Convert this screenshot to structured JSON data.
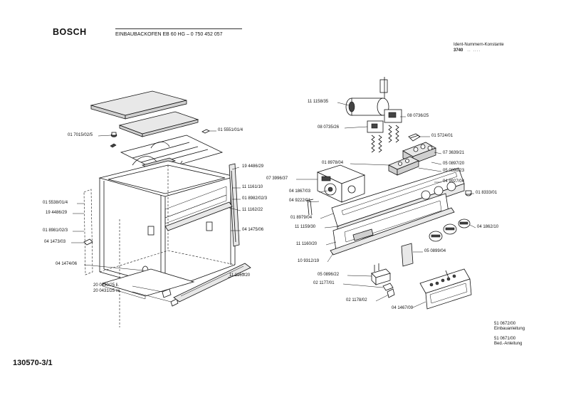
{
  "header": {
    "brand": "BOSCH",
    "model_line": "EINBAUBACKOFEN  EB 60 HG  –  0 750 452 057",
    "ident_label": "Ident-Nummern-Konstante",
    "ident_value": "3740"
  },
  "labels_left": [
    {
      "id": "l1",
      "text": "01 7015/02/5"
    },
    {
      "id": "l2",
      "text": "01 5551/01/4"
    },
    {
      "id": "l3",
      "text": "19 4486/29"
    },
    {
      "id": "l4",
      "text": "11 1161/10"
    },
    {
      "id": "l5",
      "text": "01 8982/02/3"
    },
    {
      "id": "l6",
      "text": "11 1162/22"
    },
    {
      "id": "l7",
      "text": "01 5538/01/4"
    },
    {
      "id": "l8",
      "text": "19 4486/29"
    },
    {
      "id": "l9",
      "text": "01 8981/02/3"
    },
    {
      "id": "l10",
      "text": "04 1473/03"
    },
    {
      "id": "l11",
      "text": "04 1475/06"
    },
    {
      "id": "l12",
      "text": "04 1474/06"
    },
    {
      "id": "l13",
      "text": "11 1163/20"
    },
    {
      "id": "l14",
      "text": "20 0430/25 li."
    },
    {
      "id": "l15",
      "text": "20 0431/25 re."
    }
  ],
  "labels_right": [
    {
      "id": "r1",
      "text": "11 1158/35"
    },
    {
      "id": "r2",
      "text": "08 0736/25"
    },
    {
      "id": "r3",
      "text": "08 0735/26"
    },
    {
      "id": "r4",
      "text": "01 5724/01"
    },
    {
      "id": "r5",
      "text": "07 3639/21"
    },
    {
      "id": "r6",
      "text": "01 8978/04"
    },
    {
      "id": "r7",
      "text": "05 0897/20"
    },
    {
      "id": "r8",
      "text": "05 0898/23"
    },
    {
      "id": "r9",
      "text": "07 3996/37"
    },
    {
      "id": "r10",
      "text": "04 9927/04"
    },
    {
      "id": "r11",
      "text": "04 1867/03"
    },
    {
      "id": "r12",
      "text": "01 8333/01"
    },
    {
      "id": "r13",
      "text": "04 9222/01"
    },
    {
      "id": "r14",
      "text": "01 8979/04"
    },
    {
      "id": "r15",
      "text": "11 1159/30"
    },
    {
      "id": "r16",
      "text": "04 1862/10"
    },
    {
      "id": "r17",
      "text": "11 1160/20"
    },
    {
      "id": "r18",
      "text": "10 9312/19"
    },
    {
      "id": "r19",
      "text": "05 0899/04"
    },
    {
      "id": "r20",
      "text": "05 0896/22"
    },
    {
      "id": "r21",
      "text": "02 1177/01"
    },
    {
      "id": "r22",
      "text": "02 1178/02"
    },
    {
      "id": "r23",
      "text": "04 1467/09"
    }
  ],
  "footer": {
    "doc_number": "130570-3/1",
    "manual1_number": "51 0672/00",
    "manual1_name": "Einbauanleitung",
    "manual2_number": "51 0671/00",
    "manual2_name": "Bed.-Anleitung"
  }
}
